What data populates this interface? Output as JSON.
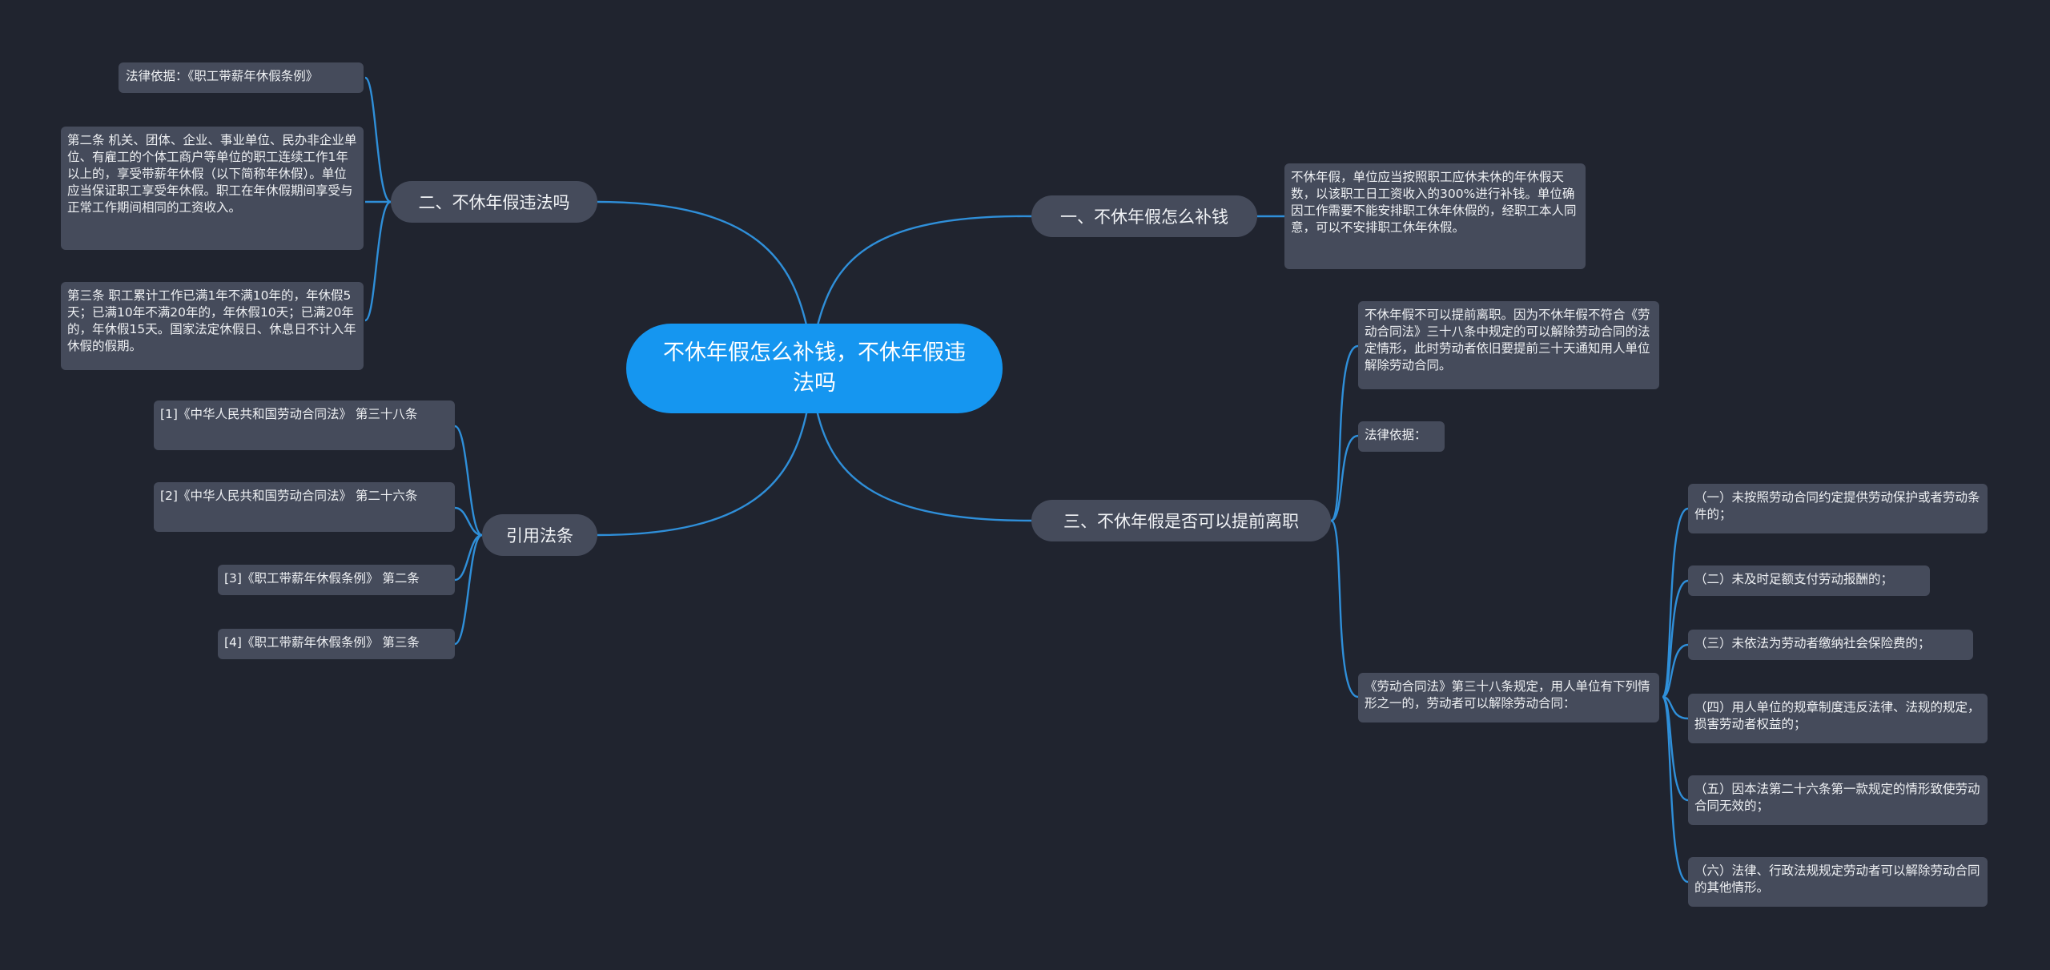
{
  "root": {
    "title": "不休年假怎么补钱，不休年假违法吗"
  },
  "branches": {
    "b1": {
      "label": "一、不休年假怎么补钱",
      "children": [
        "不休年假，单位应当按照职工应休未休的年休假天数，以该职工日工资收入的300%进行补钱。单位确因工作需要不能安排职工休年休假的，经职工本人同意，可以不安排职工休年休假。"
      ]
    },
    "b2": {
      "label": "二、不休年假违法吗",
      "children": [
        "法律依据：《职工带薪年休假条例》",
        "第二条 机关、团体、企业、事业单位、民办非企业单位、有雇工的个体工商户等单位的职工连续工作1年以上的，享受带薪年休假（以下简称年休假）。单位应当保证职工享受年休假。职工在年休假期间享受与正常工作期间相同的工资收入。",
        "第三条 职工累计工作已满1年不满10年的，年休假5天；已满10年不满20年的，年休假10天；已满20年的，年休假15天。国家法定休假日、休息日不计入年休假的假期。"
      ]
    },
    "b3": {
      "label": "三、不休年假是否可以提前离职",
      "children": [
        "不休年假不可以提前离职。因为不休年假不符合《劳动合同法》三十八条中规定的可以解除劳动合同的法定情形，此时劳动者依旧要提前三十天通知用人单位解除劳动合同。",
        "法律依据：",
        "《劳动合同法》第三十八条规定，用人单位有下列情形之一的，劳动者可以解除劳动合同："
      ],
      "items": [
        "（一）未按照劳动合同约定提供劳动保护或者劳动条件的；",
        "（二）未及时足额支付劳动报酬的；",
        "（三）未依法为劳动者缴纳社会保险费的；",
        "（四）用人单位的规章制度违反法律、法规的规定，损害劳动者权益的；",
        "（五）因本法第二十六条第一款规定的情形致使劳动合同无效的；",
        "（六）法律、行政法规规定劳动者可以解除劳动合同的其他情形。"
      ]
    },
    "b4": {
      "label": "引用法条",
      "children": [
        "[1]《中华人民共和国劳动合同法》 第三十八条",
        "[2]《中华人民共和国劳动合同法》 第二十六条",
        "[3]《职工带薪年休假条例》 第二条",
        "[4]《职工带薪年休假条例》 第三条"
      ]
    }
  },
  "colors": {
    "background": "#20242f",
    "root": "#1596f0",
    "node": "#454b5b",
    "link": "#2f8fd9"
  }
}
